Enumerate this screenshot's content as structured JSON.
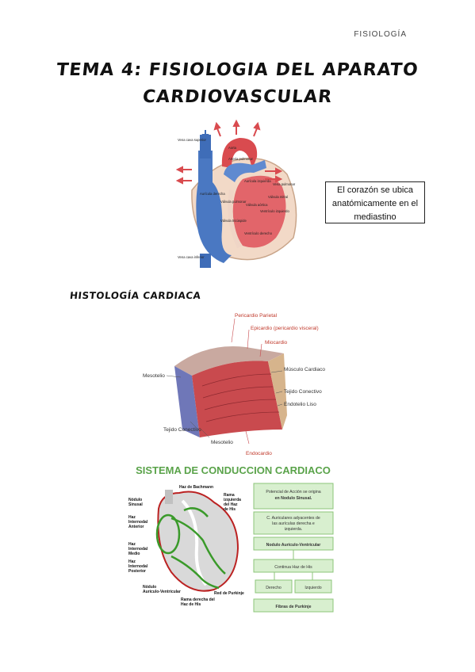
{
  "header": {
    "section": "FISIOLOGÍA"
  },
  "title": {
    "line1": "TEMA 4: FISIOLOGIA DEL APARATO",
    "line2": "CARDIOVASCULAR"
  },
  "heart_figure": {
    "labels": {
      "svc": "Vena cava superior",
      "aorta": "Aorta",
      "pulm_artery": "Arteria pulmonar",
      "pulm_vein": "Vena pulmonar",
      "left_atrium": "Aurícula izquierda",
      "right_atrium": "Aurícula derecha",
      "mitral": "Válvula mitral",
      "aortic": "Válvula aórtica",
      "pulmonary_valve": "Válvula pulmonar",
      "tricuspid": "Válvula tricúspide",
      "left_ventricle": "Ventrículo izquierdo",
      "right_ventricle": "Ventrículo derecho",
      "ivc": "Vena cava inferior"
    }
  },
  "callout": {
    "text": "El corazón se ubica anatómicamente en el mediastino"
  },
  "section_histology": "HISTOLOGÍA CARDIACA",
  "histology_figure": {
    "labels": {
      "pericardio_parietal": "Pericardio Parietal",
      "epicardio": "Epicardio (pericardio visceral)",
      "miocardio": "Miocardio",
      "mesotelio_top": "Mesotelio",
      "musculo": "Músculo Cardiaco",
      "tejido_conectivo_r": "Tejido Conectivo",
      "endotelio": "Endotelio Liso",
      "tejido_conectivo_l": "Tejido Conectivo",
      "mesotelio_bottom": "Mesotelio",
      "endocardio": "Endocardio"
    }
  },
  "conduction_figure": {
    "title": "SISTEMA DE CONDUCCION CARDIACO",
    "left_labels": {
      "bachmann": "Haz de Bachmann",
      "rama_izq": [
        "Rama",
        "izquierda",
        "del Haz",
        "de His"
      ],
      "nodulo_sinusal": [
        "Nódulo",
        "Sinusal"
      ],
      "haz_anterior": [
        "Haz",
        "Internodal",
        "Anterior"
      ],
      "haz_medio": [
        "Haz",
        "Internodal",
        "Medio"
      ],
      "haz_posterior": [
        "Haz",
        "Internodal",
        "Posterior"
      ],
      "nodulo_av": [
        "Nódulo",
        "Aurículo-Ventricular"
      ],
      "rama_der": [
        "Rama derecha del",
        "Haz de His"
      ],
      "purkinje_red": "Red de Purkinje"
    },
    "flow": {
      "box1": [
        "Potencial de Acción se origina",
        "en Nodulo Sinusal."
      ],
      "box2": [
        "C. Auriculares adyacentes de",
        "las aurículas derecha e",
        "izquierda."
      ],
      "box3": "Nodulo Aurículo-Ventricular",
      "box4": "Continua Haz de His",
      "box5a": "Derecho",
      "box5b": "Izquierdo",
      "box6": "Fibras de Purkinje"
    }
  }
}
